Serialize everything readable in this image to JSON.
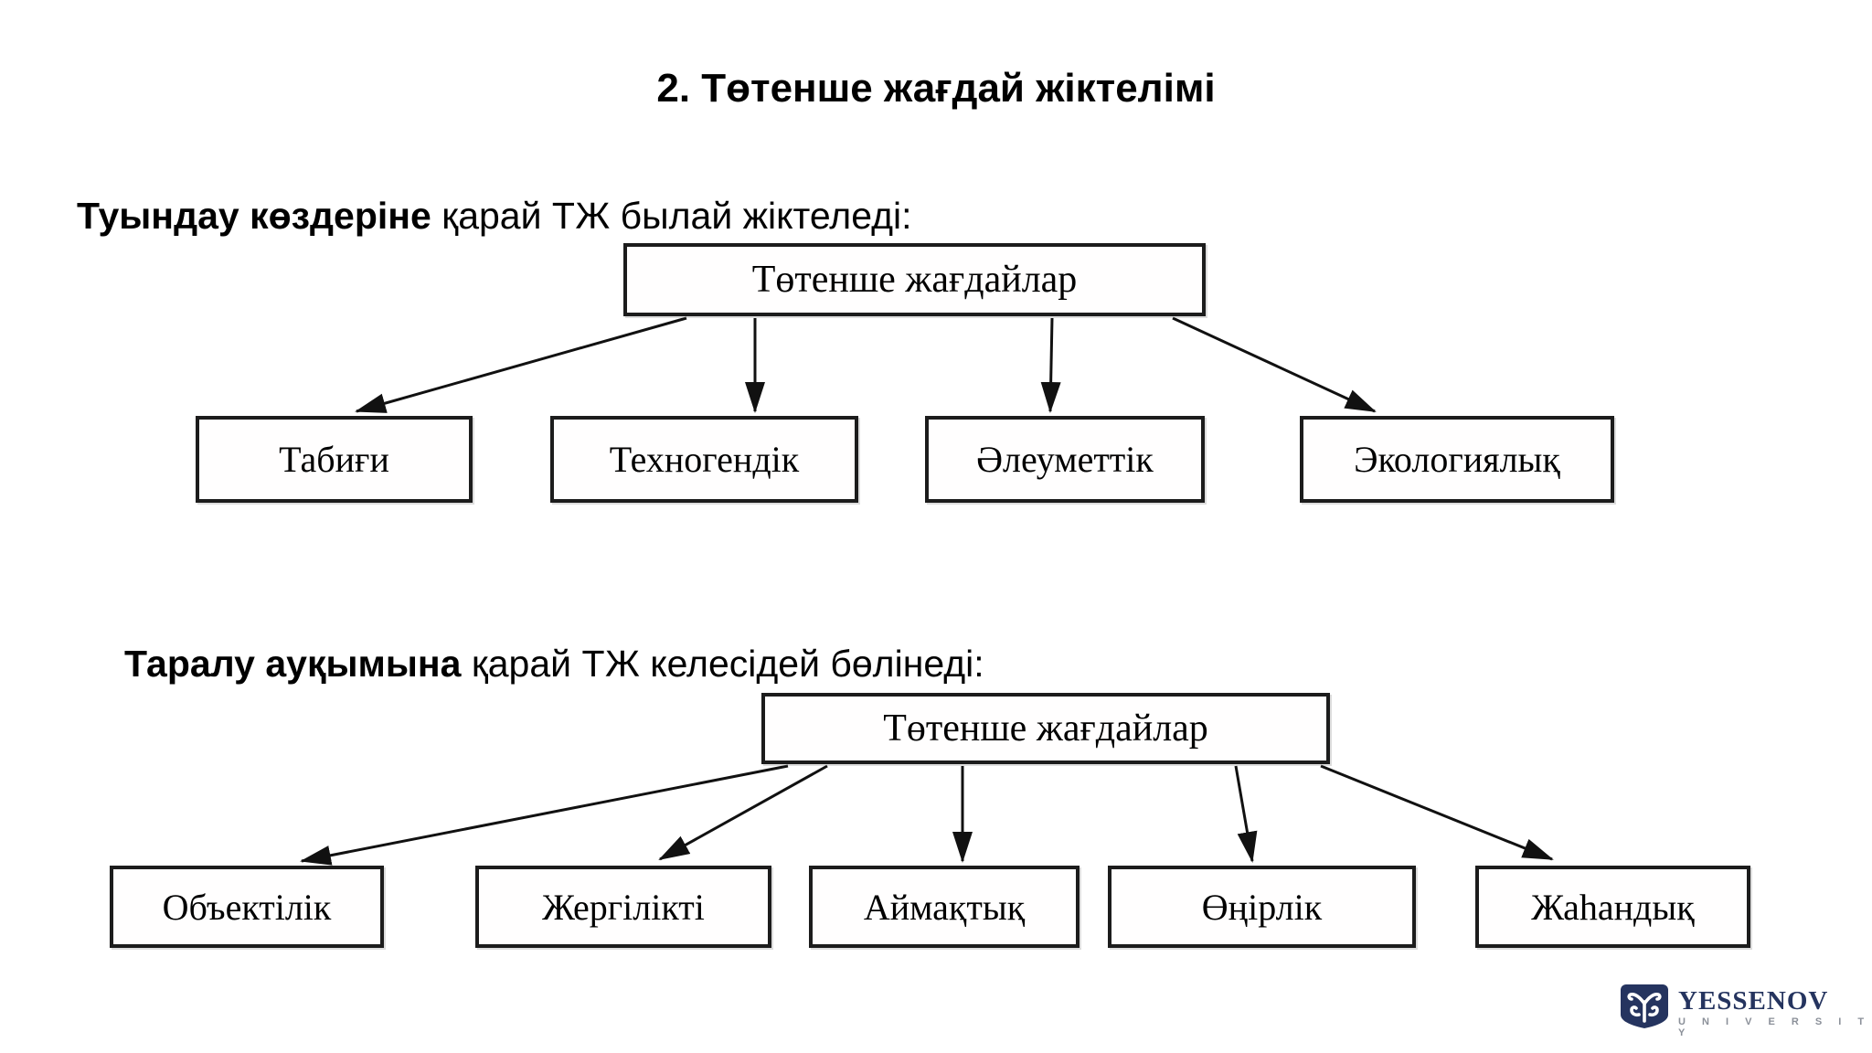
{
  "title": "2. Төтенше жағдай жіктелімі",
  "sections": [
    {
      "lead_bold": "Туындау көздеріне",
      "lead_rest": " қарай ТЖ былай жіктеледі:",
      "diagram": {
        "root": "Төтенше жағдайлар",
        "children": [
          "Табиғи",
          "Техногендік",
          "Әлеуметтік",
          "Экологиялық"
        ]
      }
    },
    {
      "lead_bold": "Таралу ауқымына",
      "lead_rest": " қарай ТЖ келесідей бөлінеді:",
      "diagram": {
        "root": "Төтенше жағдайлар",
        "children": [
          "Объектілік",
          "Жергілікті",
          "Аймақтық",
          "Өңірлік",
          "Жаһандық"
        ]
      }
    }
  ],
  "logo": {
    "name": "YESSENOV",
    "subtitle": "U N I V E R S I T Y",
    "navy": "#25345f",
    "gray": "#8b9099"
  },
  "colors": {
    "background": "#ffffff",
    "text": "#000000",
    "box_border": "#1c1c1c",
    "arrow": "#111111"
  }
}
